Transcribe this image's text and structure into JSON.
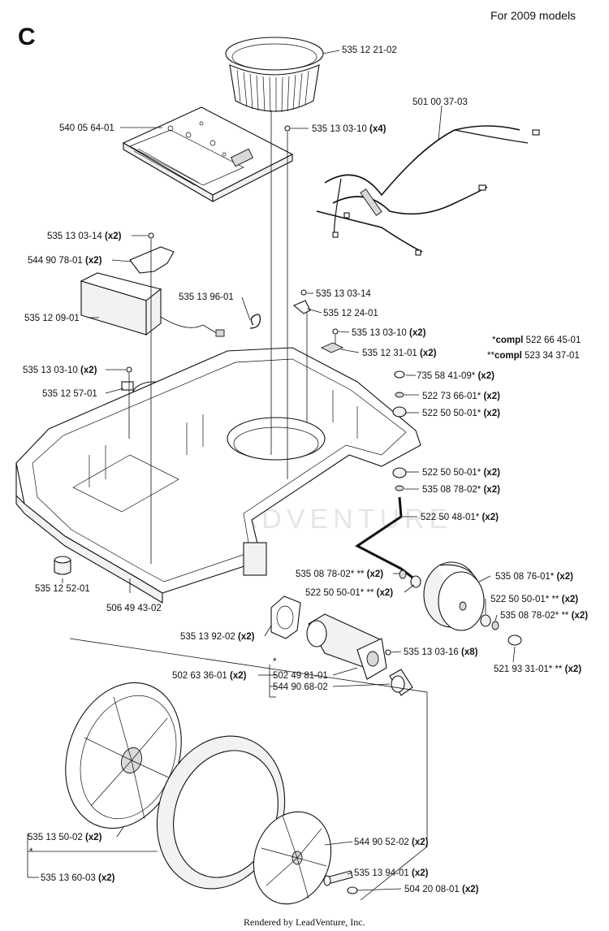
{
  "diagram": {
    "section_letter": "C",
    "header_note": "For 2009 models",
    "footer": "Rendered by LeadVenture, Inc.",
    "watermark": "LEADVENTURE",
    "labels": [
      {
        "id": "l1",
        "part": "535 12 21-02",
        "qty": ""
      },
      {
        "id": "l2",
        "part": "501 00 37-03",
        "qty": ""
      },
      {
        "id": "l3",
        "part": "540 05 64-01",
        "qty": ""
      },
      {
        "id": "l4",
        "part": "535 13 03-10",
        "qty": "(x4)"
      },
      {
        "id": "l5",
        "part": "535 13 03-14",
        "qty": "(x2)"
      },
      {
        "id": "l6",
        "part": "544 90 78-01",
        "qty": "(x2)"
      },
      {
        "id": "l7",
        "part": "535 13 96-01",
        "qty": ""
      },
      {
        "id": "l8",
        "part": "535 13 03-14",
        "qty": ""
      },
      {
        "id": "l9",
        "part": "535 12 24-01",
        "qty": ""
      },
      {
        "id": "l10",
        "part": "535 12 09-01",
        "qty": ""
      },
      {
        "id": "l11",
        "part": "535 13 03-10",
        "qty": "(x2)"
      },
      {
        "id": "l12",
        "part": "535 12 31-01",
        "qty": "(x2)"
      },
      {
        "id": "l13",
        "part": "535 13 03-10",
        "qty": "(x2)"
      },
      {
        "id": "l14",
        "part": "535 12 57-01",
        "qty": ""
      },
      {
        "id": "l15",
        "part": "735 58 41-09*",
        "qty": "(x2)"
      },
      {
        "id": "l16",
        "part": "522 73 66-01*",
        "qty": "(x2)"
      },
      {
        "id": "l17",
        "part": "522 50 50-01*",
        "qty": "(x2)"
      },
      {
        "id": "l18",
        "part": "522 50 50-01*",
        "qty": "(x2)"
      },
      {
        "id": "l19",
        "part": "535 08 78-02*",
        "qty": "(x2)"
      },
      {
        "id": "l20",
        "part": "522 50 48-01*",
        "qty": "(x2)"
      },
      {
        "id": "l21",
        "part": "535 12 52-01",
        "qty": ""
      },
      {
        "id": "l22",
        "part": "506 49 43-02",
        "qty": ""
      },
      {
        "id": "l23",
        "part": "535 08 78-02* **",
        "qty": "(x2)"
      },
      {
        "id": "l24",
        "part": "522 50 50-01* **",
        "qty": "(x2)"
      },
      {
        "id": "l25",
        "part": "535 08 76-01*",
        "qty": "(x2)"
      },
      {
        "id": "l26",
        "part": "522 50 50-01* **",
        "qty": "(x2)"
      },
      {
        "id": "l27",
        "part": "535 08 78-02* **",
        "qty": "(x2)"
      },
      {
        "id": "l28",
        "part": "535 13 92-02",
        "qty": "(x2)"
      },
      {
        "id": "l29",
        "part": "535 13 03-16",
        "qty": "(x8)"
      },
      {
        "id": "l30",
        "part": "502 63 36-01",
        "qty": "(x2)"
      },
      {
        "id": "l31",
        "part": "502 49 81-01",
        "qty": ""
      },
      {
        "id": "l32",
        "part": "544 90 68-02",
        "qty": ""
      },
      {
        "id": "l33",
        "part": "521 93 31-01* **",
        "qty": "(x2)"
      },
      {
        "id": "l34",
        "part": "535 13 50-02",
        "qty": "(x2)"
      },
      {
        "id": "l35",
        "part": "544 90 52-02",
        "qty": "(x2)"
      },
      {
        "id": "l36",
        "part": "535 13 94-01",
        "qty": "(x2)"
      },
      {
        "id": "l37",
        "part": "535 13 60-03",
        "qty": "(x2)"
      },
      {
        "id": "l38",
        "part": "504 20 08-01",
        "qty": "(x2)"
      }
    ],
    "asterisks": [
      "*",
      "*"
    ],
    "legend": [
      {
        "mark": "*",
        "word": "compl",
        "part": "522 66 45-01"
      },
      {
        "mark": "**",
        "word": "compl",
        "part": "523 34 37-01"
      }
    ]
  }
}
